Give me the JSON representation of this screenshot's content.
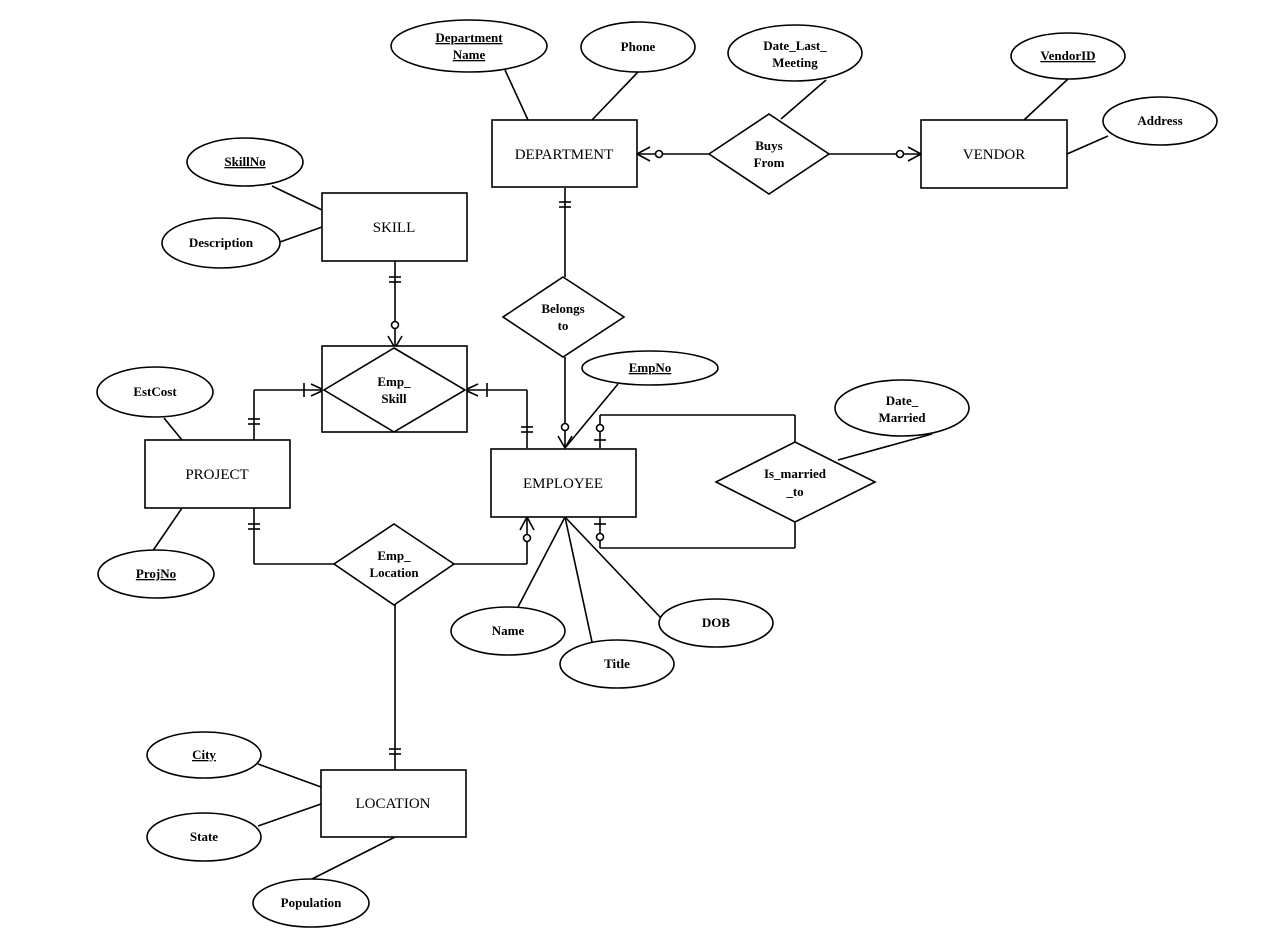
{
  "entities": {
    "department": "DEPARTMENT",
    "vendor": "VENDOR",
    "skill": "SKILL",
    "project": "PROJECT",
    "employee": "EMPLOYEE",
    "location": "LOCATION"
  },
  "attributes": {
    "department_name": [
      "Department",
      "Name"
    ],
    "phone": "Phone",
    "date_last_meeting": [
      "Date_Last_",
      "Meeting"
    ],
    "vendor_id": "VendorID",
    "address": "Address",
    "skill_no": "SkillNo",
    "description": "Description",
    "est_cost": "EstCost",
    "proj_no": "ProjNo",
    "emp_no": "EmpNo",
    "date_married": [
      "Date_",
      "Married"
    ],
    "name": "Name",
    "title": "Title",
    "dob": "DOB",
    "city": "City",
    "state": "State",
    "population": "Population"
  },
  "relationships": {
    "buys_from": [
      "Buys",
      "From"
    ],
    "belongs_to": [
      "Belongs",
      "to"
    ],
    "emp_skill": [
      "Emp_",
      "Skill"
    ],
    "is_married_to": [
      "Is_married",
      "_to"
    ],
    "emp_location": [
      "Emp_",
      "Location"
    ]
  },
  "key_attributes": [
    "department_name",
    "vendor_id",
    "skill_no",
    "proj_no",
    "emp_no",
    "city"
  ],
  "colors": {
    "stroke": "#000000",
    "background": "#ffffff"
  }
}
